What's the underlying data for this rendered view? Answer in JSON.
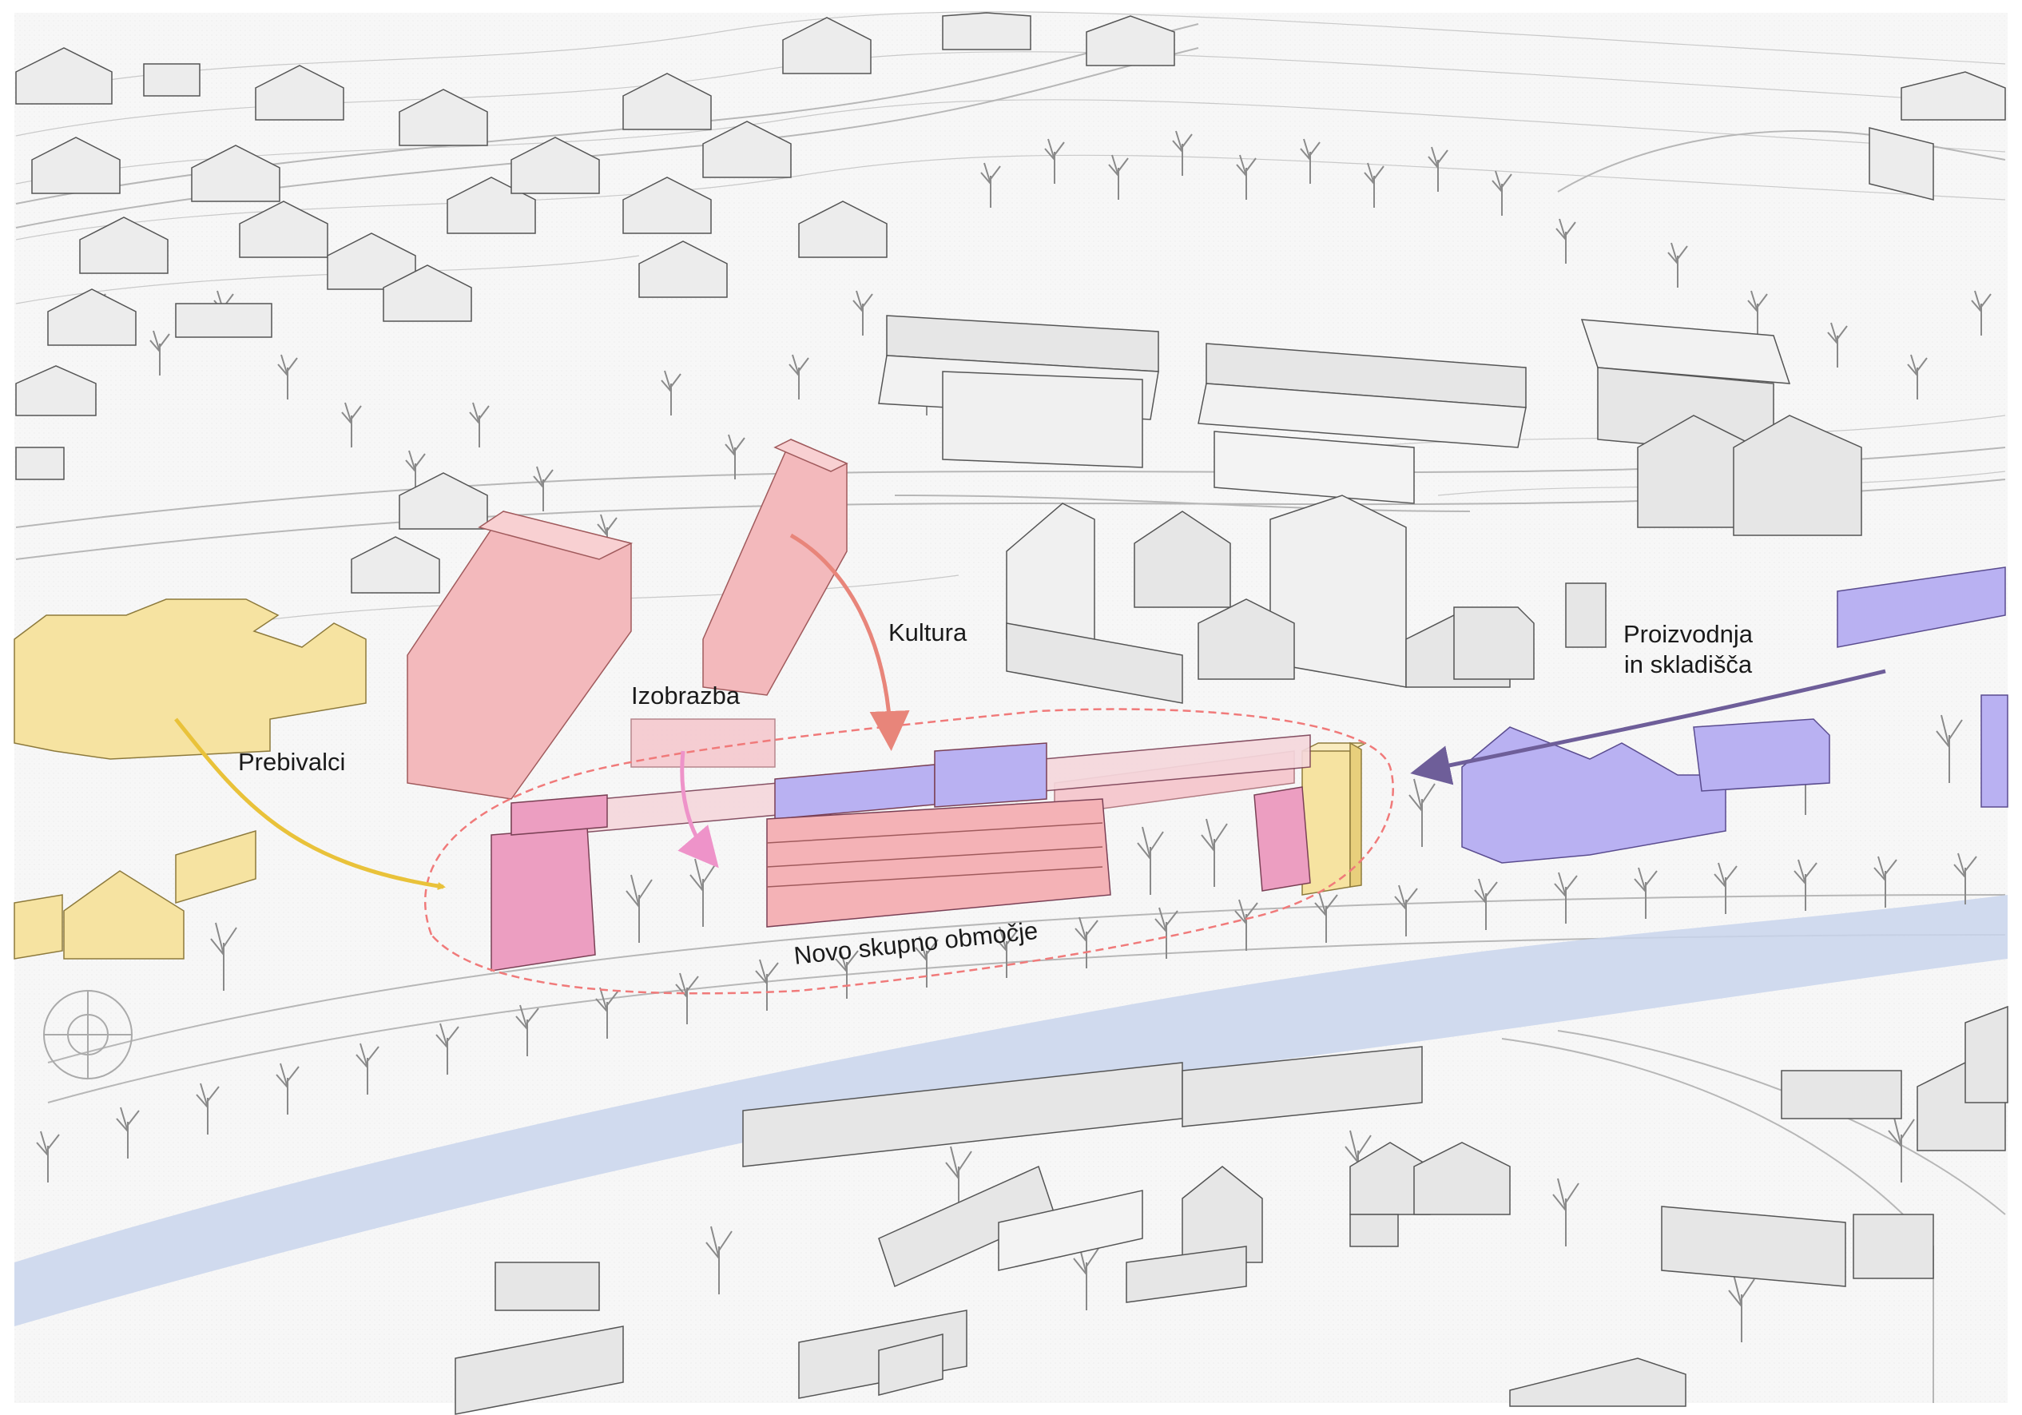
{
  "labels": {
    "kultura": "Kultura",
    "izobrazba": "Izobrazba",
    "prebivalci": "Prebivalci",
    "proizvodnja_line1": "Proizvodnja",
    "proizvodnja_line2": "in skladišča",
    "novo_obmocje": "Novo skupno območje"
  },
  "colors": {
    "residents": "#f6e3a1",
    "residents_arrow": "#e9c23a",
    "culture": "#f3b9bc",
    "culture_arrow": "#e8857a",
    "education": "#f5c9cf",
    "education_arrow": "#ee93c9",
    "production": "#b9b1f2",
    "production_arrow": "#6e5e99",
    "new_area_outline": "#f07a7a",
    "river": "#c9d5ec"
  }
}
